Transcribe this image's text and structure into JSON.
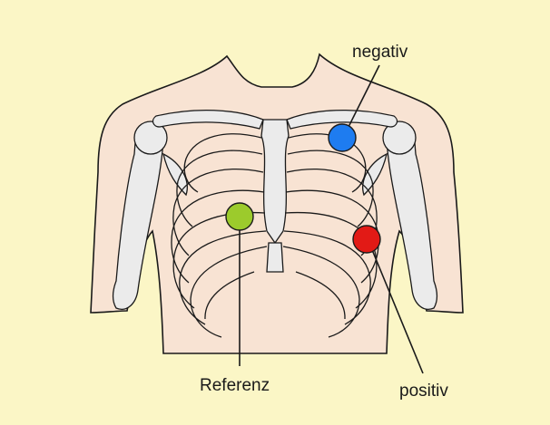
{
  "labels": {
    "negative": "negativ",
    "reference": "Referenz",
    "positive": "positiv"
  },
  "colors": {
    "background": "#fbf6c6",
    "skin": "#f8e3d3",
    "bone": "#ebebeb",
    "outline": "#1a1a1a",
    "electrode_negative": "#1e7cf0",
    "electrode_reference": "#9ccb2c",
    "electrode_positive": "#e21a16"
  },
  "icons": {
    "electrode_negative": "blue-electrode-icon",
    "electrode_reference": "green-electrode-icon",
    "electrode_positive": "red-electrode-icon"
  }
}
